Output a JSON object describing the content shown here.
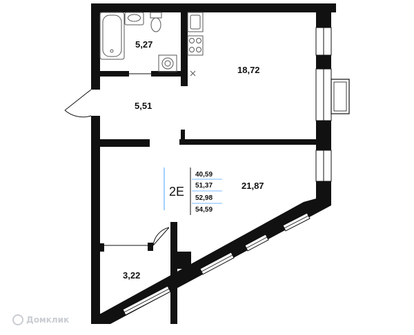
{
  "unit": {
    "code": "2E",
    "areas": [
      "40,59",
      "51,37",
      "52,98",
      "54,59"
    ],
    "accent_color": "#4aa3ff"
  },
  "rooms": [
    {
      "id": "bathroom",
      "area": "5,27"
    },
    {
      "id": "kitchen",
      "area": "18,72"
    },
    {
      "id": "hall",
      "area": "5,51"
    },
    {
      "id": "living-room",
      "area": "21,87"
    },
    {
      "id": "closet",
      "area": "3,22"
    }
  ],
  "watermark": "Домклик",
  "colors": {
    "wall": "#111111",
    "window": "#8fb9e8",
    "fixture": "#555555"
  }
}
